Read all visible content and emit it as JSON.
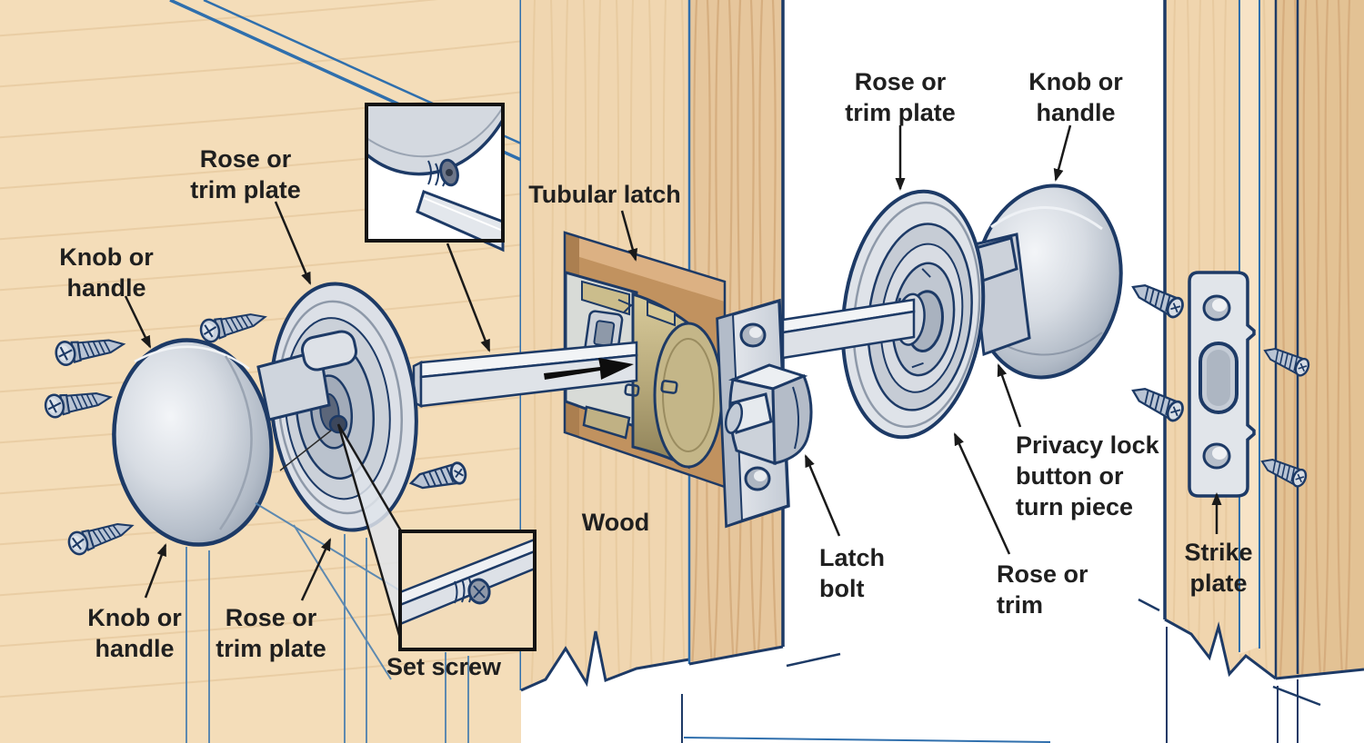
{
  "figure": {
    "type": "exploded-parts-diagram",
    "subject": "Doorknob, tubular latch and strike plate installed in a wood door and jamb"
  },
  "palette": {
    "wood": "#f4ddb9",
    "woodGrain": "#e3c498",
    "woodEdge": "#f0d6b0",
    "woodSide": "#e6c69c",
    "jamb": "#f0d5ae",
    "jambSide": "#e3c294",
    "mortise": "#c1925f",
    "mortiseTop": "#dcb183",
    "navy": "#1d3a66",
    "blue": "#2f6fad",
    "metalLight": "#e6e9ee",
    "metalMid": "#c2c9d3",
    "metalDark": "#97a1b0",
    "brass": "#b7a97a",
    "ink": "#1f1f1f",
    "background": "#ffffff"
  },
  "labels": {
    "rose_top_left": "Rose or\ntrim plate",
    "knob_top_left": "Knob or\nhandle",
    "knob_bottom_left": "Knob or\nhandle",
    "rose_bottom_left": "Rose or\ntrim plate",
    "set_screw": "Set screw",
    "tubular_latch": "Tubular latch",
    "wood": "Wood",
    "latch_bolt": "Latch\nbolt",
    "rose_top_right": "Rose or\ntrim plate",
    "knob_top_right": "Knob or\nhandle",
    "privacy_lock": "Privacy lock\nbutton or\nturn piece",
    "rose_or_trim": "Rose or\ntrim",
    "strike_plate": "Strike\nplate"
  }
}
